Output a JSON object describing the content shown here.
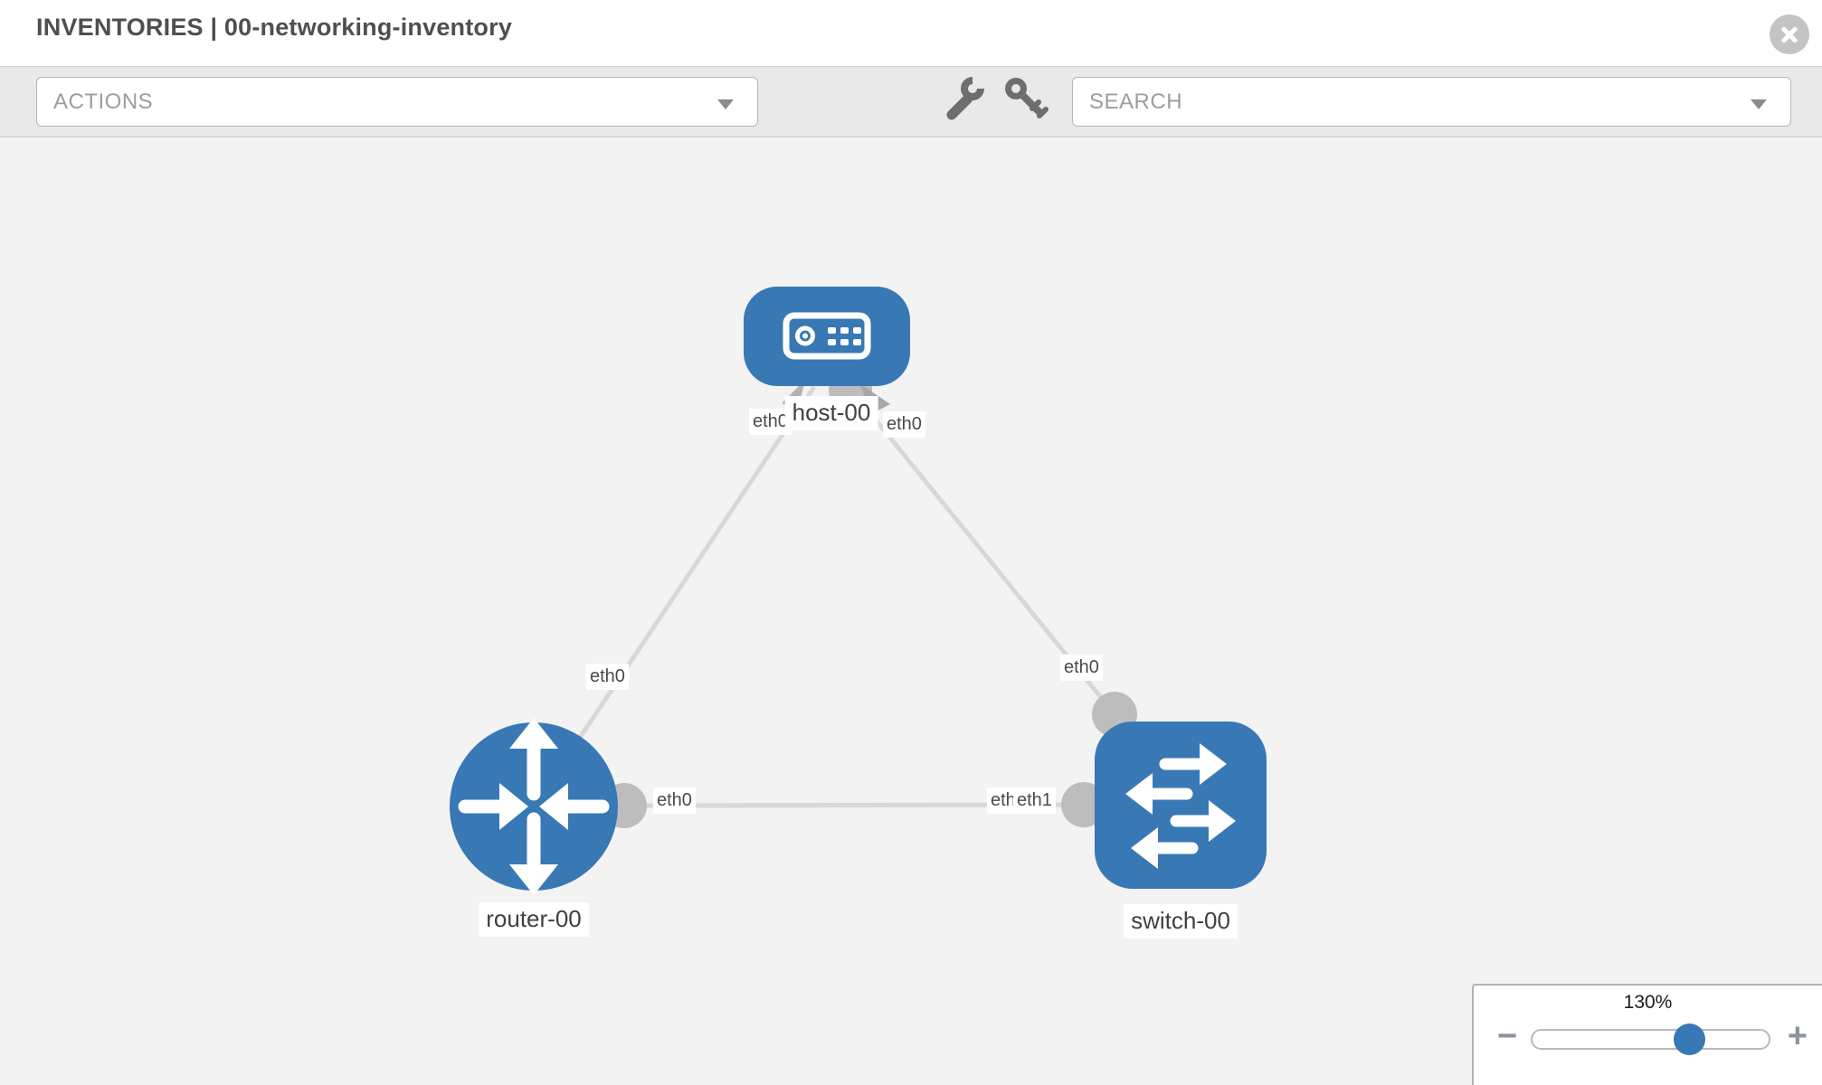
{
  "header": {
    "title": "INVENTORIES | 00-networking-inventory"
  },
  "toolbar": {
    "actions_label": "ACTIONS",
    "search_placeholder": "SEARCH"
  },
  "icons": {
    "close": "x-in-circle",
    "tools": "wrench",
    "credentials": "key",
    "dropdown": "caret-down",
    "host": "server-box",
    "router": "four-way-arrows-circle",
    "switch": "crossing-arrows-square"
  },
  "topology": {
    "nodes": [
      {
        "id": "host-00",
        "type": "host",
        "label": "host-00"
      },
      {
        "id": "router-00",
        "type": "router",
        "label": "router-00"
      },
      {
        "id": "switch-00",
        "type": "switch",
        "label": "switch-00"
      }
    ],
    "links": [
      {
        "from": "host-00",
        "to": "router-00",
        "from_if": "eth0",
        "to_if": "eth0"
      },
      {
        "from": "host-00",
        "to": "switch-00",
        "from_if": "eth0",
        "to_if": "eth0"
      },
      {
        "from": "router-00",
        "to": "switch-00",
        "from_if": "eth0",
        "to_if": "eth1"
      }
    ],
    "port_labels": [
      {
        "id": "host-if-left",
        "text": "eth0"
      },
      {
        "id": "router-if-link1",
        "text": "eth0"
      },
      {
        "id": "host-if-right",
        "text": "eth0"
      },
      {
        "id": "switch-if-top",
        "text": "eth0"
      },
      {
        "id": "router-if-right",
        "text": "eth0"
      },
      {
        "id": "switch-if-left-back",
        "text": "eth0"
      },
      {
        "id": "switch-if-left",
        "text": "eth1"
      }
    ],
    "colors": {
      "node_fill": "#3878b5",
      "link": "#d8d8d8",
      "endpoint_dot": "#bdbdbd"
    }
  },
  "zoom_control": {
    "level": "130%",
    "minus_label": "−",
    "plus_label": "+"
  }
}
